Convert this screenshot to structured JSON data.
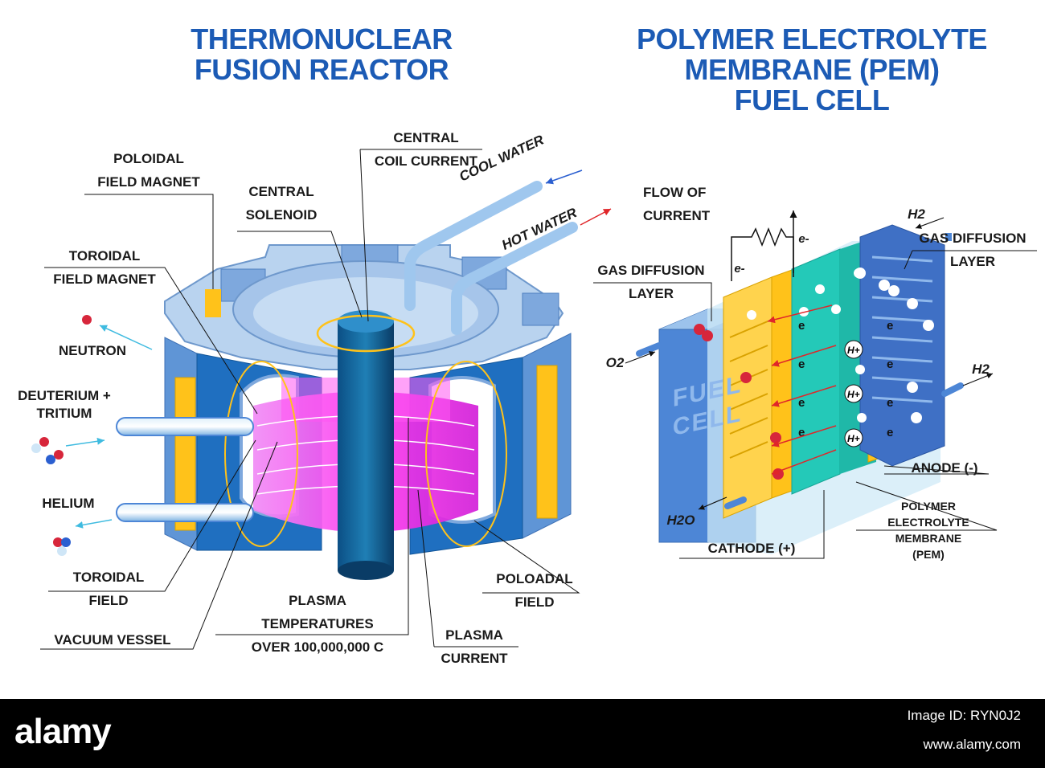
{
  "fusion": {
    "title": [
      "THERMONUCLEAR",
      "FUSION REACTOR"
    ],
    "labels": {
      "poloidal_field_magnet": [
        "POLOIDAL",
        "FIELD MAGNET"
      ],
      "central_coil_current": [
        "CENTRAL",
        "COIL CURRENT"
      ],
      "central_solenoid": [
        "CENTRAL",
        "SOLENOID"
      ],
      "cool_water": "COOL WATER",
      "hot_water": "HOT WATER",
      "toroidal_field_magnet": [
        "TOROIDAL",
        "FIELD MAGNET"
      ],
      "neutron": "NEUTRON",
      "deuterium_tritium": [
        "DEUTERIUM +",
        "TRITIUM"
      ],
      "helium": "HELIUM",
      "toroidal_field": [
        "TOROIDAL",
        "FIELD"
      ],
      "vacuum_vessel": "VACUUM VESSEL",
      "plasma_temperatures": [
        "PLASMA",
        "TEMPERATURES",
        "OVER 100,000,000 C"
      ],
      "plasma_current": [
        "PLASMA",
        "CURRENT"
      ],
      "poloadal_field": [
        "POLOADAL",
        "FIELD"
      ]
    }
  },
  "pem": {
    "title": [
      "POLYMER ELECTROLYTE",
      "MEMBRANE (PEM)",
      "FUEL CELL"
    ],
    "labels": {
      "flow_of_current": [
        "FLOW OF",
        "CURRENT"
      ],
      "h2_top": "H2",
      "gas_diffusion_right": [
        "GAS DIFFUSION",
        "LAYER"
      ],
      "gas_diffusion_left": [
        "GAS DIFFUSION",
        "LAYER"
      ],
      "o2": "O2",
      "h2_right": "H2",
      "h2o": "H2O",
      "anode": "ANODE (-)",
      "cathode": "CATHODE (+)",
      "pem_label": [
        "POLYMER",
        "ELECTROLYTE",
        "MEMBRANE",
        "(PEM)"
      ],
      "fuel_cell_face": [
        "FUEL",
        "CELL"
      ],
      "electron": "e-",
      "proton": "H+"
    }
  },
  "watermark": {
    "logo": "alamy",
    "image_id": "Image ID: RYN0J2",
    "url": "www.alamy.com"
  },
  "colors": {
    "title_blue": "#1c5bb5",
    "plasma_magenta": "#ff3df0",
    "yellow": "#ffc21a",
    "teal": "#24c9b8",
    "steel_blue": "#4d86d6"
  }
}
